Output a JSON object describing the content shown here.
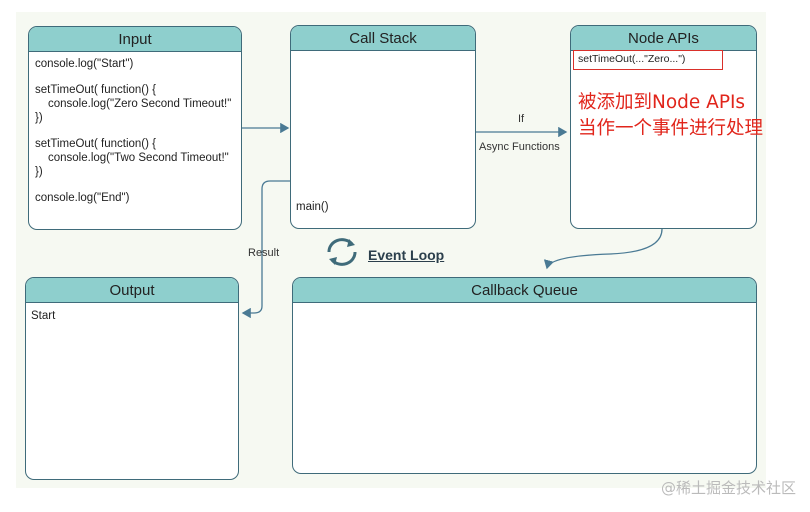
{
  "input": {
    "title": "Input",
    "lines": [
      "console.log(\"Start\")",
      "setTimeOut( function() {",
      "console.log(\"Zero Second Timeout!\"",
      "})",
      "setTimeOut( function() {",
      "console.log(\"Two Second Timeout!\"",
      "})",
      "console.log(\"End\")"
    ]
  },
  "call_stack": {
    "title": "Call Stack",
    "frame": "main()"
  },
  "node_apis": {
    "title": "Node APIs",
    "entry": "setTimeOut(...\"Zero...\")"
  },
  "output": {
    "title": "Output",
    "line": "Start"
  },
  "callback_queue": {
    "title": "Callback Queue"
  },
  "labels": {
    "if": "If",
    "async": "Async Functions",
    "result": "Result"
  },
  "event_loop": {
    "label": "Event Loop",
    "icon": "refresh-cycle-icon"
  },
  "annotation": {
    "line1": "被添加到Node APIs",
    "line2": "当作一个事件进行处理"
  },
  "watermark": "@稀土掘金技术社区",
  "colors": {
    "header": "#8ecfcd",
    "border": "#3f6b7a",
    "annotation": "#e1251b",
    "arrow": "#4a7a94"
  }
}
